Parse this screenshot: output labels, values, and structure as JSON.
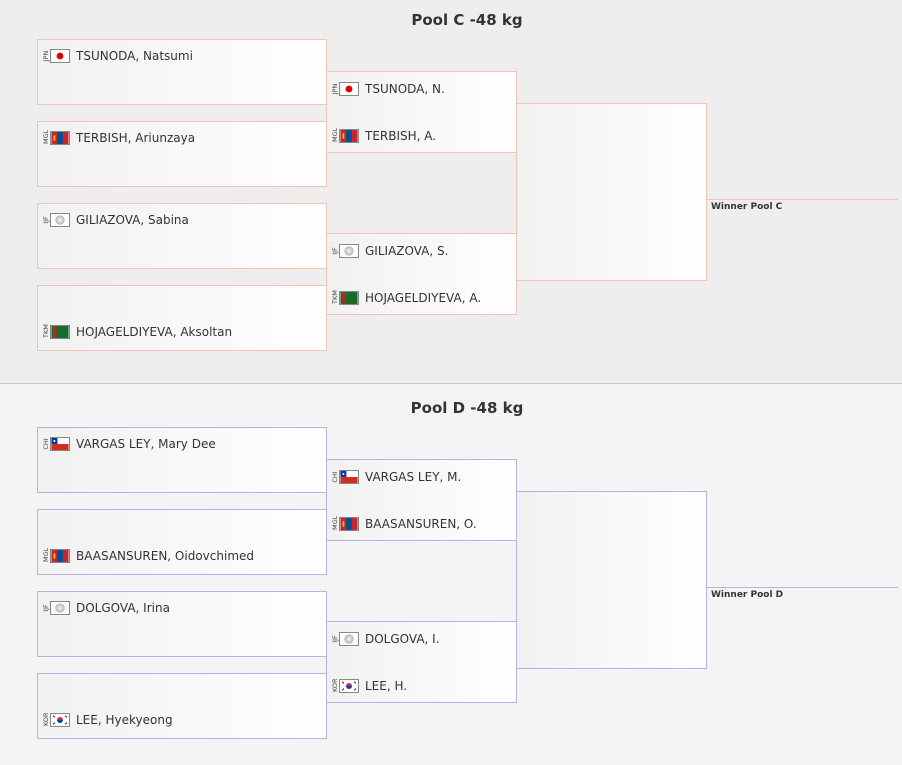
{
  "pools": [
    {
      "title": "Pool C -48 kg",
      "winner_label": "Winner Pool C",
      "round1": [
        {
          "code": "JPN",
          "name": "TSUNODA, Natsumi",
          "pos": "top"
        },
        {
          "code": "MGL",
          "name": "TERBISH, Ariunzaya",
          "pos": "top"
        },
        {
          "code": "IJF",
          "name": "GILIAZOVA, Sabina",
          "pos": "top"
        },
        {
          "code": "TKM",
          "name": "HOJAGELDIYEVA, Aksoltan",
          "pos": "bottom"
        }
      ],
      "round2": [
        [
          {
            "code": "JPN",
            "name": "TSUNODA, N."
          },
          {
            "code": "MGL",
            "name": "TERBISH, A."
          }
        ],
        [
          {
            "code": "IJF",
            "name": "GILIAZOVA, S."
          },
          {
            "code": "TKM",
            "name": "HOJAGELDIYEVA, A."
          }
        ]
      ]
    },
    {
      "title": "Pool D -48 kg",
      "winner_label": "Winner Pool D",
      "round1": [
        {
          "code": "CHI",
          "name": "VARGAS LEY, Mary Dee",
          "pos": "top"
        },
        {
          "code": "MGL",
          "name": "BAASANSUREN, Oidovchimed",
          "pos": "bottom"
        },
        {
          "code": "IJF",
          "name": "DOLGOVA, Irina",
          "pos": "top"
        },
        {
          "code": "KOR",
          "name": "LEE, Hyekyeong",
          "pos": "bottom"
        }
      ],
      "round2": [
        [
          {
            "code": "CHI",
            "name": "VARGAS LEY, M."
          },
          {
            "code": "MGL",
            "name": "BAASANSUREN, O."
          }
        ],
        [
          {
            "code": "IJF",
            "name": "DOLGOVA, I."
          },
          {
            "code": "KOR",
            "name": "LEE, H."
          }
        ]
      ]
    }
  ]
}
